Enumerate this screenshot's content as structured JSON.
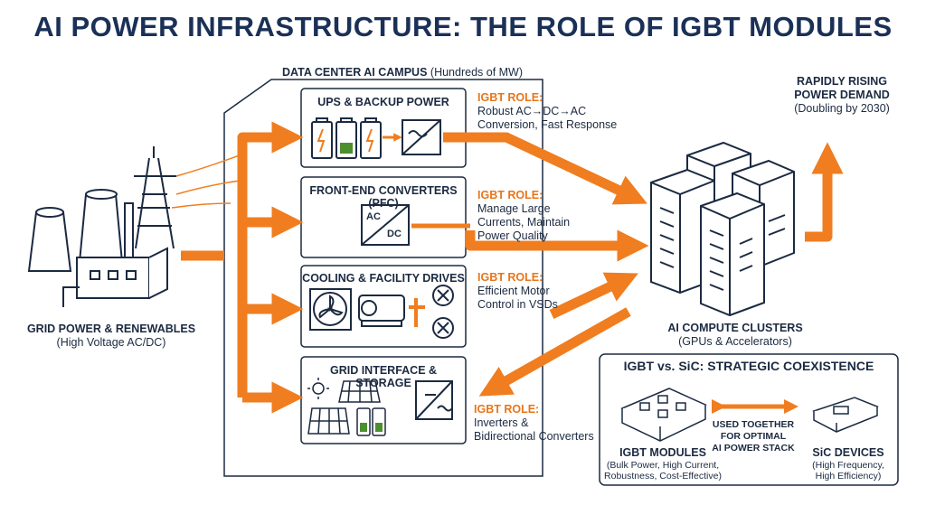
{
  "title": "AI POWER INFRASTRUCTURE: THE ROLE OF IGBT MODULES",
  "campus": {
    "title": "DATA CENTER AI CAMPUS",
    "subtitle": "(Hundreds of MW)"
  },
  "grid": {
    "title": "GRID POWER & RENEWABLES",
    "subtitle": "(High Voltage AC/DC)"
  },
  "compute": {
    "title": "AI COMPUTE CLUSTERS",
    "subtitle": "(GPUs & Accelerators)"
  },
  "demand": {
    "line1": "RAPIDLY RISING",
    "line2": "POWER DEMAND",
    "subtitle": "(Doubling by 2030)"
  },
  "role_label": "IGBT ROLE:",
  "stages": [
    {
      "title": "UPS & BACKUP POWER",
      "role_line1": "Robust AC→DC→AC",
      "role_line2": "Conversion, Fast Response"
    },
    {
      "title": "FRONT-END CONVERTERS (PFC)",
      "role_line1": "Manage Large",
      "role_line2": "Currents, Maintain",
      "role_line3": "Power Quality",
      "ac": "AC",
      "dc": "DC"
    },
    {
      "title": "COOLING & FACILITY DRIVES",
      "role_line1": "Efficient Motor",
      "role_line2": "Control in VSDs"
    },
    {
      "title": "GRID INTERFACE & STORAGE",
      "role_line1": "Inverters &",
      "role_line2": "Bidirectional Converters"
    }
  ],
  "comparison": {
    "title": "IGBT vs. SiC: STRATEGIC COEXISTENCE",
    "middle_line1": "USED TOGETHER",
    "middle_line2": "FOR OPTIMAL",
    "middle_line3": "AI POWER STACK",
    "igbt": {
      "title": "IGBT MODULES",
      "line1": "(Bulk Power, High Current,",
      "line2": "Robustness, Cost-Effective)"
    },
    "sic": {
      "title": "SiC DEVICES",
      "line1": "(High Frequency,",
      "line2": "High Efficiency)"
    }
  },
  "colors": {
    "orange": "#f07d1f",
    "navy": "#1a3057",
    "dark": "#1b2a41"
  }
}
